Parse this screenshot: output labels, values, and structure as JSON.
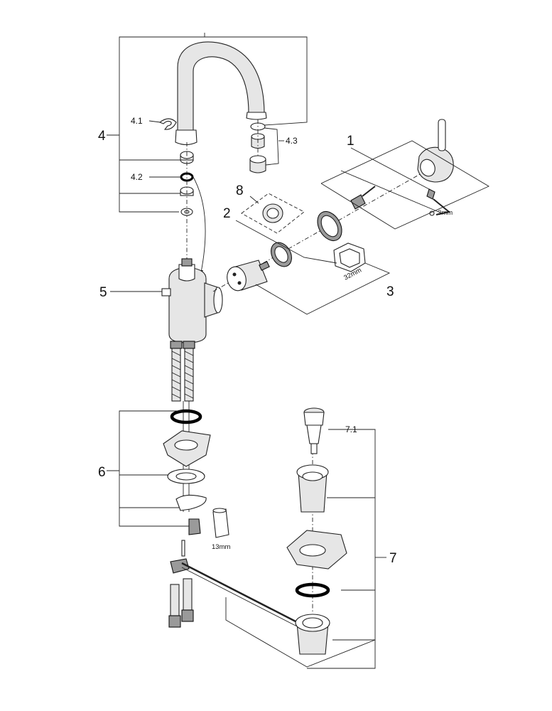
{
  "labels": {
    "l1": "1",
    "l2": "2",
    "l3": "3",
    "l4": "4",
    "l4_1": "4.1",
    "l4_2": "4.2",
    "l4_3": "4.3",
    "l5": "5",
    "l6": "6",
    "l7": "7",
    "l7_1": "7.1",
    "l8": "8"
  },
  "tool_sizes": {
    "hex_key": "3mm",
    "socket_cartridge": "32mm",
    "wrench_hose": "13mm"
  },
  "colors": {
    "line": "#222222",
    "gray_fill": "#e6e6e6",
    "dark_fill": "#9a9a9a",
    "background": "#ffffff"
  }
}
